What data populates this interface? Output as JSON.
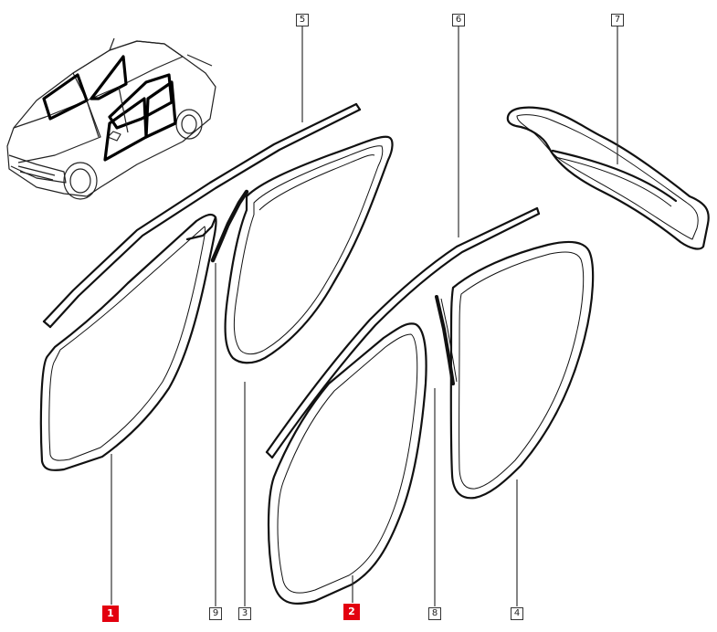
{
  "diagram": {
    "callouts": [
      {
        "id": "callout-1",
        "label": "1",
        "highlighted": true
      },
      {
        "id": "callout-2",
        "label": "2",
        "highlighted": true
      },
      {
        "id": "callout-3",
        "label": "3",
        "highlighted": false
      },
      {
        "id": "callout-4",
        "label": "4",
        "highlighted": false
      },
      {
        "id": "callout-5",
        "label": "5",
        "highlighted": false
      },
      {
        "id": "callout-6",
        "label": "6",
        "highlighted": false
      },
      {
        "id": "callout-7",
        "label": "7",
        "highlighted": false
      },
      {
        "id": "callout-8",
        "label": "8",
        "highlighted": false
      },
      {
        "id": "callout-9",
        "label": "9",
        "highlighted": false
      }
    ],
    "colors": {
      "highlight": "#e3000f",
      "line": "#111111",
      "background": "#ffffff"
    }
  }
}
